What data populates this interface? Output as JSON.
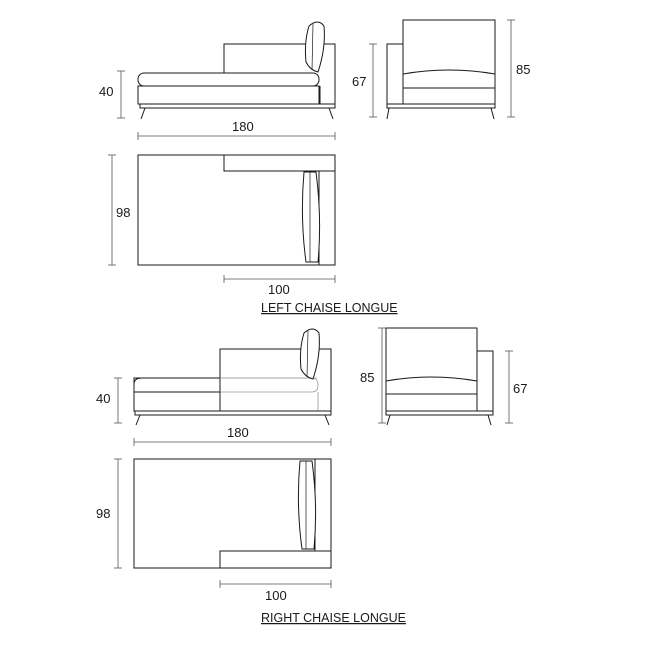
{
  "left_chaise": {
    "caption": "LEFT CHAISE LONGUE",
    "side_height": "40",
    "side_width": "180",
    "front_arm_height": "67",
    "front_total_height": "85",
    "plan_depth": "98",
    "plan_back_width": "100"
  },
  "right_chaise": {
    "caption": "RIGHT CHAISE LONGUE",
    "side_height": "40",
    "side_width": "180",
    "front_total_height": "85",
    "front_arm_height": "67",
    "plan_depth": "98",
    "plan_back_width": "100"
  },
  "colors": {
    "line": "#1a1a1a",
    "ghost": "#9a9a9a",
    "background": "#ffffff"
  }
}
